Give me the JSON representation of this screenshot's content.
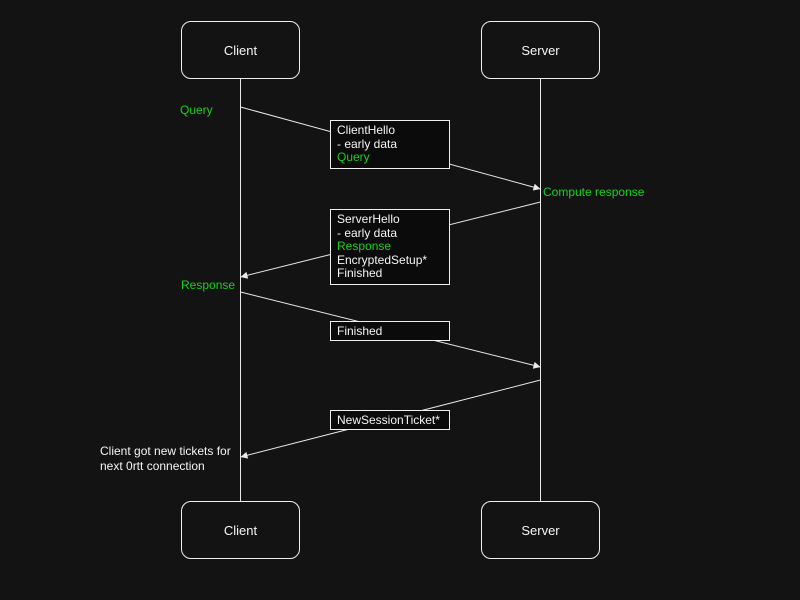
{
  "colors": {
    "background": "#131313",
    "stroke": "#e9e9e9",
    "text": "#f5f5f5",
    "accent_green": "#18d11e",
    "box_fill": "#0b0b0b"
  },
  "actors": {
    "client": "Client",
    "server": "Server"
  },
  "annotations": {
    "query": "Query",
    "compute_response": "Compute response",
    "response": "Response",
    "note": {
      "line1": "Client got new tickets for",
      "line2": "next 0rtt connection"
    }
  },
  "messages": {
    "client_hello": {
      "line1": "ClientHello",
      "line2": "- early data",
      "line3": "Query"
    },
    "server_hello": {
      "line1": "ServerHello",
      "line2": "- early data",
      "line3": "Response",
      "line4": "EncryptedSetup*",
      "line5": "Finished"
    },
    "finished": {
      "line1": "Finished"
    },
    "new_session_ticket": {
      "line1": "NewSessionTicket*"
    }
  }
}
